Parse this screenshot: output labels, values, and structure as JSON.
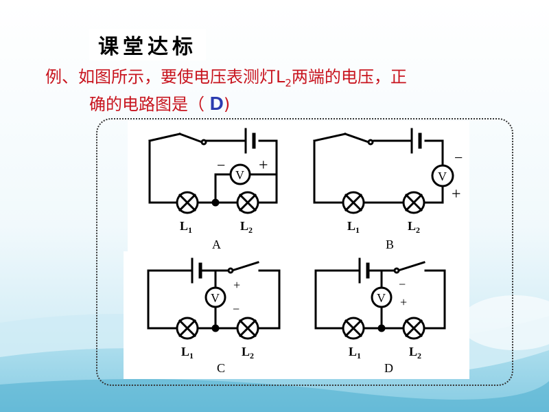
{
  "section_title": "课堂达标",
  "question": {
    "line1_before": "例、如图所示，要使电压表测灯L",
    "line1_sub": "2",
    "line1_after": "两端的电压，正",
    "line2_before": "确的电路图是（",
    "answer": "D",
    "line2_after": ")"
  },
  "circuits": [
    {
      "id": "A",
      "meter": "V",
      "lamp1": "L",
      "lamp1_sub": "1",
      "lamp2": "L",
      "lamp2_sub": "2",
      "minus": "−",
      "plus": "+"
    },
    {
      "id": "B",
      "meter": "V",
      "lamp1": "L",
      "lamp1_sub": "1",
      "lamp2": "L",
      "lamp2_sub": "2",
      "minus": "−",
      "plus": "+"
    },
    {
      "id": "C",
      "meter": "V",
      "lamp1": "L",
      "lamp1_sub": "1",
      "lamp2": "L",
      "lamp2_sub": "2",
      "minus": "−",
      "plus": "+"
    },
    {
      "id": "D",
      "meter": "V",
      "lamp1": "L",
      "lamp1_sub": "1",
      "lamp2": "L",
      "lamp2_sub": "2",
      "minus": "−",
      "plus": "+"
    }
  ],
  "colors": {
    "question_text": "#c8141e",
    "answer": "#2b3bb0",
    "lines": "#000000"
  }
}
